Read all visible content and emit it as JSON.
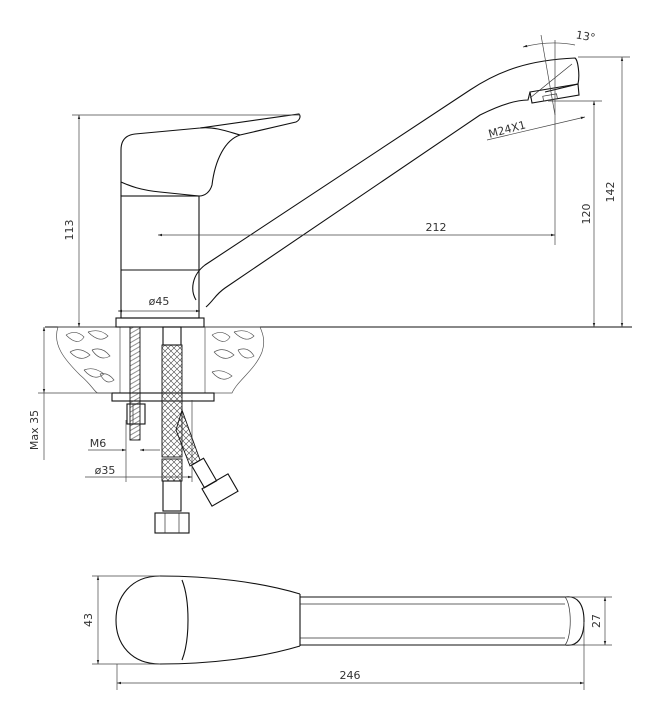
{
  "drawing": {
    "side_view": {
      "dimensions": {
        "spout_angle": "13°",
        "aerator_thread": "M24X1",
        "total_height": "142",
        "spout_outlet_height": "120",
        "body_height": "113",
        "spout_reach": "212",
        "body_diameter": "ø45",
        "max_counter_thickness": "Max 35",
        "stud_thread": "M6",
        "mounting_hole_diameter": "ø35"
      }
    },
    "top_view": {
      "dimensions": {
        "handle_width": "43",
        "spout_width": "27",
        "total_length": "246"
      }
    }
  }
}
